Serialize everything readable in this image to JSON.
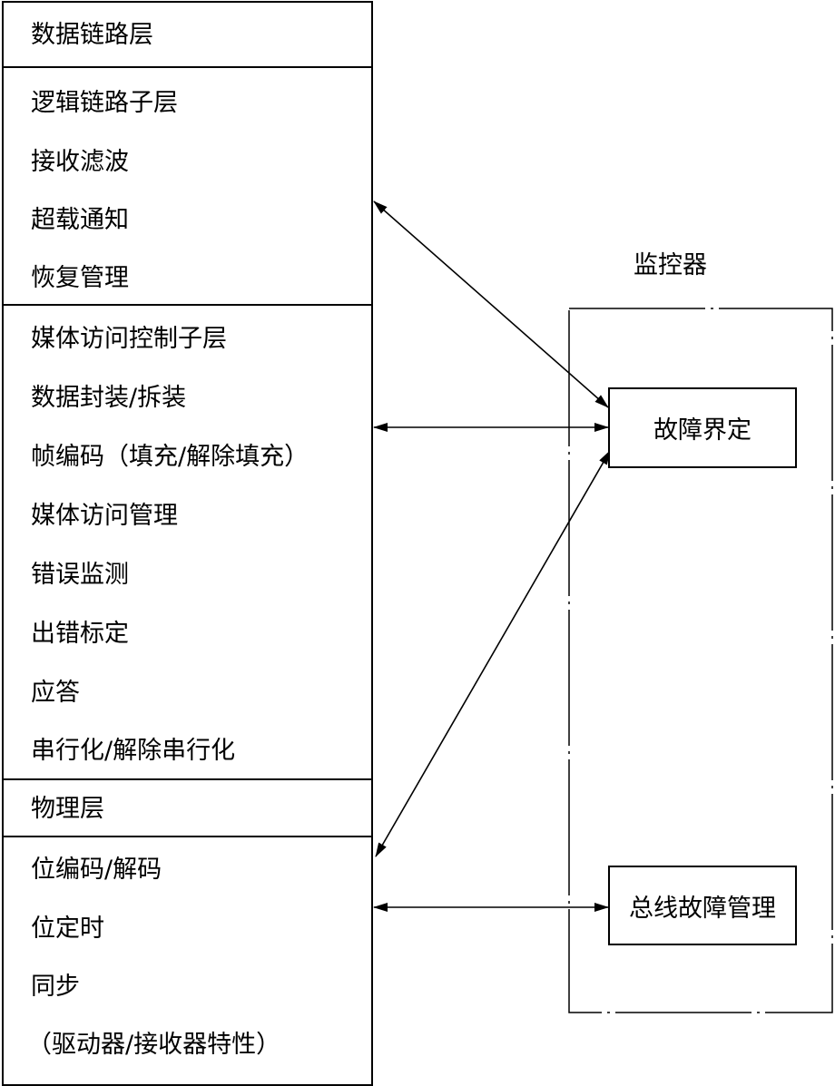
{
  "sections": [
    {
      "items": [
        "数据链路层"
      ]
    },
    {
      "items": [
        "逻辑链路子层",
        "接收滤波",
        "超载通知",
        "恢复管理"
      ]
    },
    {
      "items": [
        "媒体访问控制子层",
        "数据封装/拆装",
        "帧编码（填充/解除填充）",
        "媒体访问管理",
        "错误监测",
        "出错标定",
        "应答",
        "串行化/解除串行化"
      ]
    },
    {
      "items": [
        "物理层"
      ]
    },
    {
      "items": [
        "位编码/解码",
        "位定时",
        "同步",
        "（驱动器/接收器特性）"
      ]
    }
  ],
  "monitor": {
    "title": "监控器",
    "fault_confinement": "故障界定",
    "bus_fault_management": "总线故障管理"
  }
}
